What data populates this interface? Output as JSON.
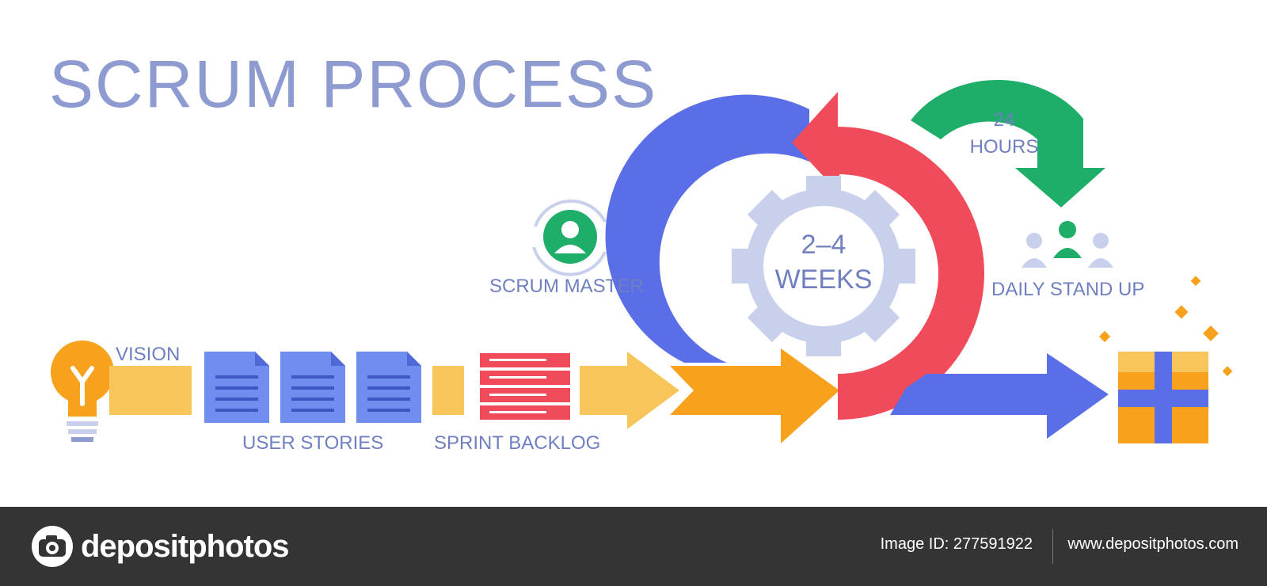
{
  "title": "SCRUM PROCESS",
  "steps": {
    "vision": "VISION",
    "user_stories": "USER STORIES",
    "sprint_backlog": "SPRINT BACKLOG",
    "scrum_master": "SCRUM MASTER",
    "sprint_duration_top": "2–4",
    "sprint_duration_bottom": "WEEKS",
    "daily_hours_top": "24",
    "daily_hours_bottom": "HOURS",
    "daily_standup": "DAILY STAND UP"
  },
  "colors": {
    "title": "#8d9bd1",
    "blue": "#5a6ee8",
    "red": "#f04b5a",
    "green": "#1fae6a",
    "orange": "#f7a11d",
    "yellow": "#f8c55b",
    "gear": "#c8d0ec",
    "doc": "#6f8ef0"
  },
  "icons": [
    "lightbulb-icon",
    "document-icon",
    "backlog-icon",
    "user-avatar-icon",
    "gear-icon",
    "team-icon",
    "gift-box-icon",
    "sparkle-icon"
  ],
  "footer": {
    "brand": "depositphotos",
    "image_id": "Image ID: 277591922",
    "website": "www.depositphotos.com"
  }
}
